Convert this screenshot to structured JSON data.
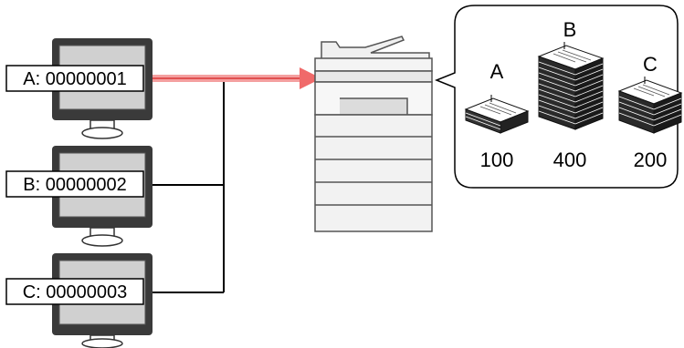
{
  "computers": [
    {
      "id": "A",
      "label": "A: 00000001"
    },
    {
      "id": "B",
      "label": "B: 00000002"
    },
    {
      "id": "C",
      "label": "C: 00000003"
    }
  ],
  "stacks": [
    {
      "letter": "A",
      "count": "100"
    },
    {
      "letter": "B",
      "count": "400"
    },
    {
      "letter": "C",
      "count": "200"
    }
  ],
  "colors": {
    "highlight_line": "#e86a6a",
    "highlight_line_light": "#f4a0a0",
    "arrow_head": "#f06a6a",
    "network_line": "#000000",
    "monitor_frame": "#333333",
    "monitor_screen": "#cccccc",
    "printer_body": "#f2f2f2",
    "printer_outline": "#555555"
  },
  "icons": {
    "computer": "desktop-monitor-icon",
    "printer": "multifunction-printer-icon",
    "paper_stack": "paper-stack-icon",
    "callout": "speech-bubble-callout"
  }
}
